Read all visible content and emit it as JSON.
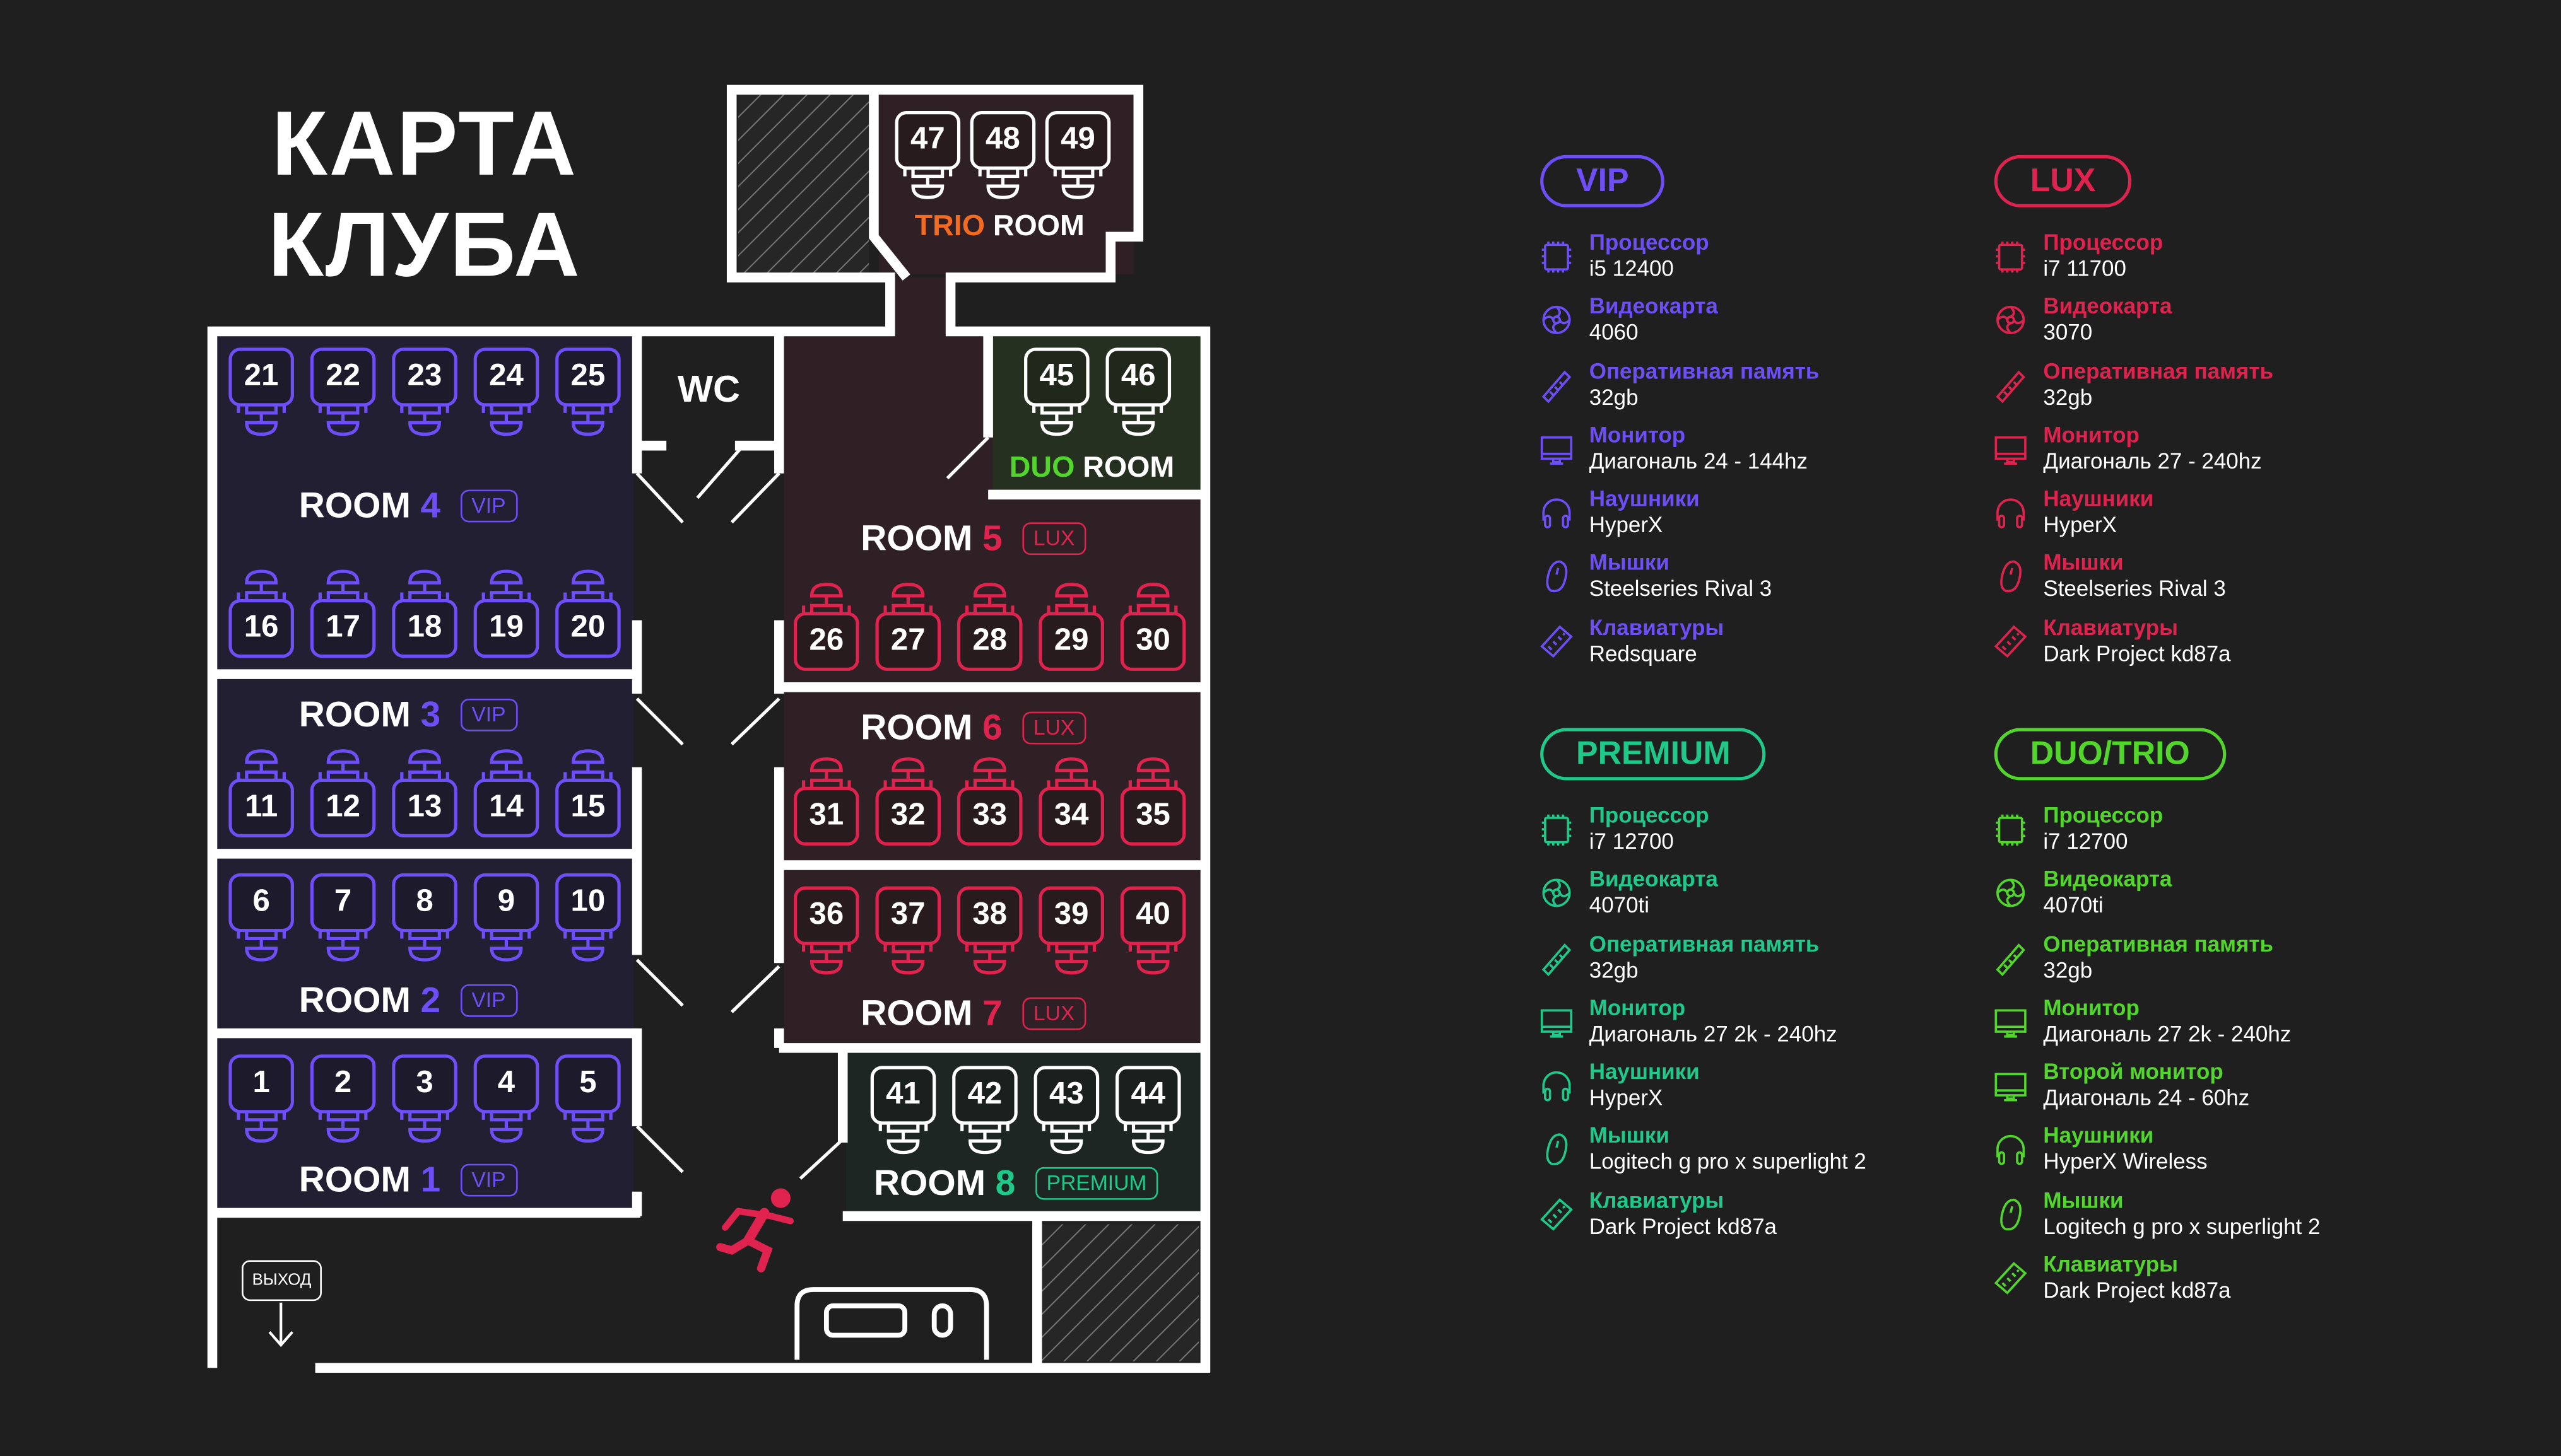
{
  "title": {
    "line1": "КАРТА",
    "line2": "КЛУБА"
  },
  "colors": {
    "background": "#1f1f1f",
    "vip": "#6d4ef7",
    "lux": "#e0234e",
    "premium": "#1ec98a",
    "duo": "#52d62c",
    "trio": "#f36b21",
    "white": "#ffffff"
  },
  "map": {
    "wc": "WC",
    "exit": "ВЫХОД",
    "room_word": "ROOM",
    "rooms": [
      {
        "id": "r4",
        "number": "4",
        "badge": "VIP",
        "seats_a": [
          "21",
          "22",
          "23",
          "24",
          "25"
        ],
        "seats_b": [
          "16",
          "17",
          "18",
          "19",
          "20"
        ]
      },
      {
        "id": "r3",
        "number": "3",
        "badge": "VIP",
        "seats_a": [
          "11",
          "12",
          "13",
          "14",
          "15"
        ]
      },
      {
        "id": "r2",
        "number": "2",
        "badge": "VIP",
        "seats_a": [
          "6",
          "7",
          "8",
          "9",
          "10"
        ]
      },
      {
        "id": "r1",
        "number": "1",
        "badge": "VIP",
        "seats_a": [
          "1",
          "2",
          "3",
          "4",
          "5"
        ]
      },
      {
        "id": "r5",
        "number": "5",
        "badge": "LUX",
        "seats_a": [
          "26",
          "27",
          "28",
          "29",
          "30"
        ]
      },
      {
        "id": "r6",
        "number": "6",
        "badge": "LUX",
        "seats_a": [
          "31",
          "32",
          "33",
          "34",
          "35"
        ]
      },
      {
        "id": "r7",
        "number": "7",
        "badge": "LUX",
        "seats_a": [
          "36",
          "37",
          "38",
          "39",
          "40"
        ]
      },
      {
        "id": "r8",
        "number": "8",
        "badge": "PREMIUM",
        "seats_a": [
          "41",
          "42",
          "43",
          "44"
        ]
      },
      {
        "id": "duo",
        "label_prefix": "DUO",
        "label_suffix": "ROOM",
        "seats_a": [
          "45",
          "46"
        ]
      },
      {
        "id": "trio",
        "label_prefix": "TRIO",
        "label_suffix": "ROOM",
        "seats_a": [
          "47",
          "48",
          "49"
        ]
      }
    ]
  },
  "tiers": [
    {
      "name": "VIP",
      "color": "#6d4ef7",
      "specs": [
        {
          "icon": "cpu-icon",
          "label": "Процессор",
          "value": "i5 12400"
        },
        {
          "icon": "gpu-fan-icon",
          "label": "Видеокарта",
          "value": "4060"
        },
        {
          "icon": "ram-icon",
          "label": "Оперативная память",
          "value": "32gb"
        },
        {
          "icon": "monitor-icon",
          "label": "Монитор",
          "value": "Диагональ 24 - 144hz"
        },
        {
          "icon": "headphones-icon",
          "label": "Наушники",
          "value": "HyperX"
        },
        {
          "icon": "mouse-icon",
          "label": "Мышки",
          "value": "Steelseries Rival 3"
        },
        {
          "icon": "keyboard-icon",
          "label": "Клавиатуры",
          "value": "Redsquare"
        }
      ]
    },
    {
      "name": "LUX",
      "color": "#e0234e",
      "specs": [
        {
          "icon": "cpu-icon",
          "label": "Процессор",
          "value": "i7 11700"
        },
        {
          "icon": "gpu-fan-icon",
          "label": "Видеокарта",
          "value": "3070"
        },
        {
          "icon": "ram-icon",
          "label": "Оперативная память",
          "value": "32gb"
        },
        {
          "icon": "monitor-icon",
          "label": "Монитор",
          "value": "Диагональ 27 - 240hz"
        },
        {
          "icon": "headphones-icon",
          "label": "Наушники",
          "value": "HyperX"
        },
        {
          "icon": "mouse-icon",
          "label": "Мышки",
          "value": "Steelseries Rival 3"
        },
        {
          "icon": "keyboard-icon",
          "label": "Клавиатуры",
          "value": "Dark Project kd87a"
        }
      ]
    },
    {
      "name": "PREMIUM",
      "color": "#1ec98a",
      "specs": [
        {
          "icon": "cpu-icon",
          "label": "Процессор",
          "value": "i7 12700"
        },
        {
          "icon": "gpu-fan-icon",
          "label": "Видеокарта",
          "value": "4070ti"
        },
        {
          "icon": "ram-icon",
          "label": "Оперативная память",
          "value": "32gb"
        },
        {
          "icon": "monitor-icon",
          "label": "Монитор",
          "value": "Диагональ 27 2k - 240hz"
        },
        {
          "icon": "headphones-icon",
          "label": "Наушники",
          "value": "HyperX"
        },
        {
          "icon": "mouse-icon",
          "label": "Мышки",
          "value": "Logitech g pro x superlight 2"
        },
        {
          "icon": "keyboard-icon",
          "label": "Клавиатуры",
          "value": "Dark Project kd87a"
        }
      ]
    },
    {
      "name": "DUO/TRIO",
      "color": "#52d62c",
      "specs": [
        {
          "icon": "cpu-icon",
          "label": "Процессор",
          "value": "i7 12700"
        },
        {
          "icon": "gpu-fan-icon",
          "label": "Видеокарта",
          "value": "4070ti"
        },
        {
          "icon": "ram-icon",
          "label": "Оперативная память",
          "value": "32gb"
        },
        {
          "icon": "monitor-icon",
          "label": "Монитор",
          "value": "Диагональ 27 2k - 240hz"
        },
        {
          "icon": "monitor-icon",
          "label": "Второй монитор",
          "value": "Диагональ 24 - 60hz"
        },
        {
          "icon": "headphones-icon",
          "label": "Наушники",
          "value": "HyperX Wireless"
        },
        {
          "icon": "mouse-icon",
          "label": "Мышки",
          "value": "Logitech g pro x superlight 2"
        },
        {
          "icon": "keyboard-icon",
          "label": "Клавиатуры",
          "value": "Dark Project kd87a"
        }
      ]
    }
  ]
}
